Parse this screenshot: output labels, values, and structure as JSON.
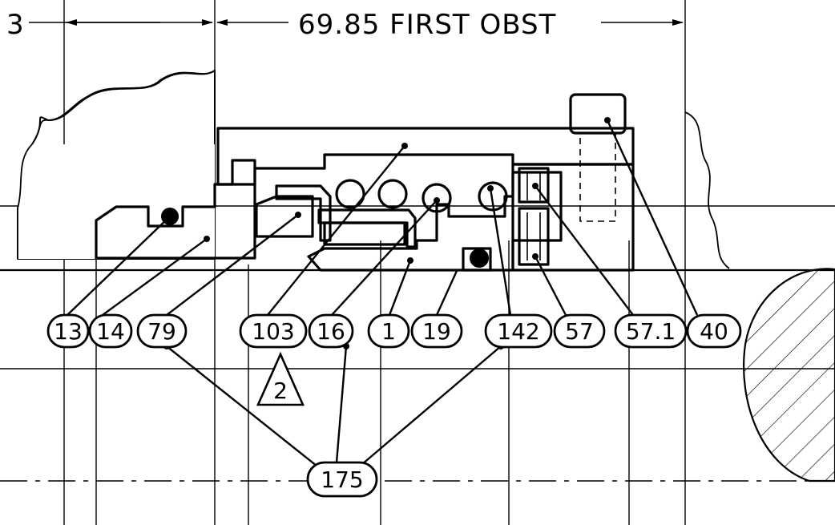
{
  "dimension": {
    "left_label": "3",
    "main_label": "69.85 FIRST OBST"
  },
  "balloons": [
    {
      "label": "13"
    },
    {
      "label": "14"
    },
    {
      "label": "79"
    },
    {
      "label": "103"
    },
    {
      "label": "16"
    },
    {
      "label": "1"
    },
    {
      "label": "19"
    },
    {
      "label": "142"
    },
    {
      "label": "57"
    },
    {
      "label": "57.1"
    },
    {
      "label": "40"
    },
    {
      "label": "175"
    }
  ],
  "revision_triangle": {
    "label": "2"
  }
}
